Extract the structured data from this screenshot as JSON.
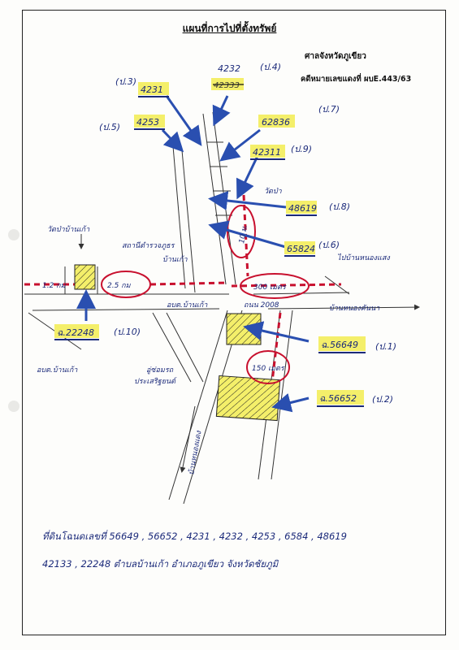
{
  "title": "แผนที่การไปที่ตั้งทรัพย์",
  "court": "ศาลจังหวัดภูเขียว",
  "case_number": "คดีหมายเลขแดงที่ ผบE.443/63",
  "parcels": {
    "p3": "4231",
    "p3_tag": "(ป.3)",
    "p4": "4232",
    "p4_crossed": "42333",
    "p4_tag": "(ป.4)",
    "p5": "4253",
    "p5_tag": "(ป.5)",
    "p7": "62836",
    "p7_tag": "(ป.7)",
    "p9": "42311",
    "p9_tag": "(ป.9)",
    "p8": "48619",
    "p8_tag": "(ป.8)",
    "p6": "65824",
    "p6_tag": "(ป.6)",
    "p10": "ฉ.22248",
    "p10_tag": "(ป.10)",
    "p1": "ฉ.56649",
    "p1_tag": "(ป.1)",
    "p2": "ฉ.56652",
    "p2_tag": "(ป.2)"
  },
  "landmarks": {
    "wat_pa": "วัดป่าบ้านเก้า",
    "police": "สถานีตำรวจภูธร",
    "police2": "บ้านเก้า",
    "obt": "อบต.บ้านเก้า",
    "obt2": "อบต.บ้านเก้า",
    "wat_yai": "วัดป่า",
    "to_nongsaeng": "ไปบ้านหนองแสง",
    "to_nongkhon": "บ้านหนองคันนา",
    "road": "ถนน 2008",
    "garage": "อู่ซ่อมรถ",
    "garage2": "ประเสริฐยนต์",
    "to_village": "บ้านหนองแดง"
  },
  "distances": {
    "d1": "1.2 กม",
    "d2": "2.5 กม",
    "d3": "300 เมตร",
    "d4": "150 เมตร",
    "d5": "10 ม."
  },
  "footer": {
    "line1": "ที่ดินโฉนดเลขที่  56649 , 56652 , 4231 , 4232 , 4253 , 6584 , 48619",
    "line2": "42133 , 22248     ตำบลบ้านเก้า   อำเภอภูเขียว   จังหวัดชัยภูมิ"
  },
  "colors": {
    "ink": "#1b2a7a",
    "red": "#c8102e",
    "highlight": "#f4ef6a",
    "arrow": "#2a4fb0"
  }
}
